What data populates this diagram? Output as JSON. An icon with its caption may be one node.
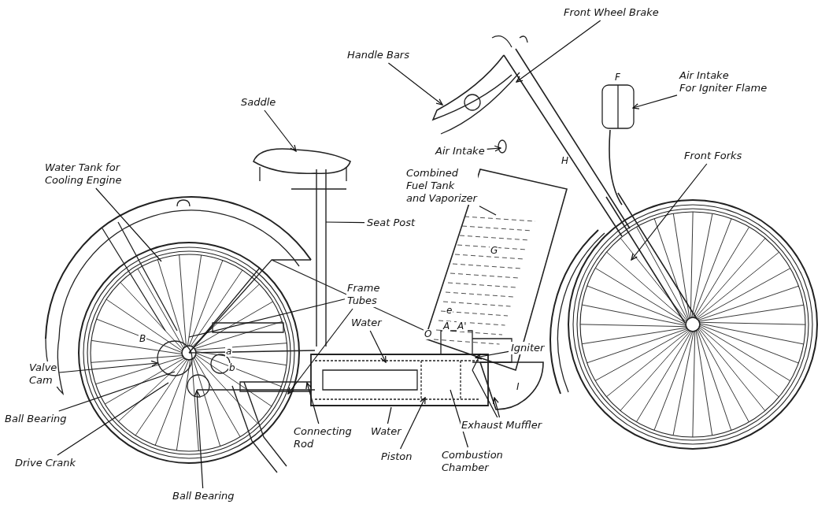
{
  "diagram": {
    "nodes": [
      {
        "text": [
          "Handle Bars"
        ]
      },
      {
        "text": [
          "Front Wheel Brake"
        ]
      },
      {
        "text": [
          "Saddle"
        ]
      },
      {
        "text": [
          "Air Intake For Igniter Flame"
        ]
      },
      {
        "text": [
          "Water Tank for Cooling Engine"
        ]
      },
      {
        "text": [
          "Air Intake"
        ]
      },
      {
        "text": [
          "Combined Fuel Tank and Vaporizer"
        ]
      },
      {
        "text": [
          "Front Forks"
        ]
      },
      {
        "text": [
          "Seat Post"
        ]
      },
      {
        "text": [
          "Frame Tubes"
        ]
      },
      {
        "text": [
          "Water"
        ]
      },
      {
        "text": [
          "Igniter"
        ]
      },
      {
        "text": [
          "Valve Cam"
        ]
      },
      {
        "text": [
          "Ball Bearing"
        ]
      },
      {
        "text": [
          "Drive Crank"
        ]
      },
      {
        "text": [
          "Connecting Rod"
        ]
      },
      {
        "text": [
          "Water"
        ]
      },
      {
        "text": [
          "Piston"
        ]
      },
      {
        "text": [
          "Combustion Chamber"
        ]
      },
      {
        "text": [
          "Exhaust Muffler"
        ]
      },
      {
        "text": [
          "Ball Bearing"
        ]
      }
    ],
    "edges": [
      {
        "from": 0,
        "to": null,
        "arrow": "to"
      },
      {
        "from": 1,
        "to": null,
        "arrow": "to"
      },
      {
        "from": 2,
        "to": null,
        "arrow": "to"
      },
      {
        "from": 3,
        "to": null,
        "arrow": "to"
      },
      {
        "from": 4,
        "to": null,
        "arrow": "none"
      },
      {
        "from": 5,
        "to": null,
        "arrow": "to"
      },
      {
        "from": 6,
        "to": null,
        "arrow": "none"
      },
      {
        "from": 7,
        "to": null,
        "arrow": "to"
      },
      {
        "from": 8,
        "to": null,
        "arrow": "none"
      },
      {
        "from": 9,
        "to": null,
        "arrow": "none"
      },
      {
        "from": 9,
        "to": null,
        "arrow": "to"
      },
      {
        "from": 10,
        "to": null,
        "arrow": "to"
      },
      {
        "from": 11,
        "to": null,
        "arrow": "to"
      },
      {
        "from": 12,
        "to": null,
        "arrow": "to"
      },
      {
        "from": 13,
        "to": null,
        "arrow": "none"
      },
      {
        "from": 14,
        "to": null,
        "arrow": "none"
      },
      {
        "from": 15,
        "to": null,
        "arrow": "to"
      },
      {
        "from": 16,
        "to": null,
        "arrow": "none"
      },
      {
        "from": 17,
        "to": null,
        "arrow": "to"
      },
      {
        "from": 18,
        "to": null,
        "arrow": "none"
      },
      {
        "from": 19,
        "to": null,
        "arrow": "none"
      },
      {
        "from": 19,
        "to": null,
        "arrow": "to"
      },
      {
        "from": 20,
        "to": null,
        "arrow": "to"
      }
    ],
    "labels": [
      "F",
      "H",
      "G",
      "e",
      "A",
      "A'",
      "O",
      "B",
      "a",
      "b",
      "I"
    ]
  }
}
